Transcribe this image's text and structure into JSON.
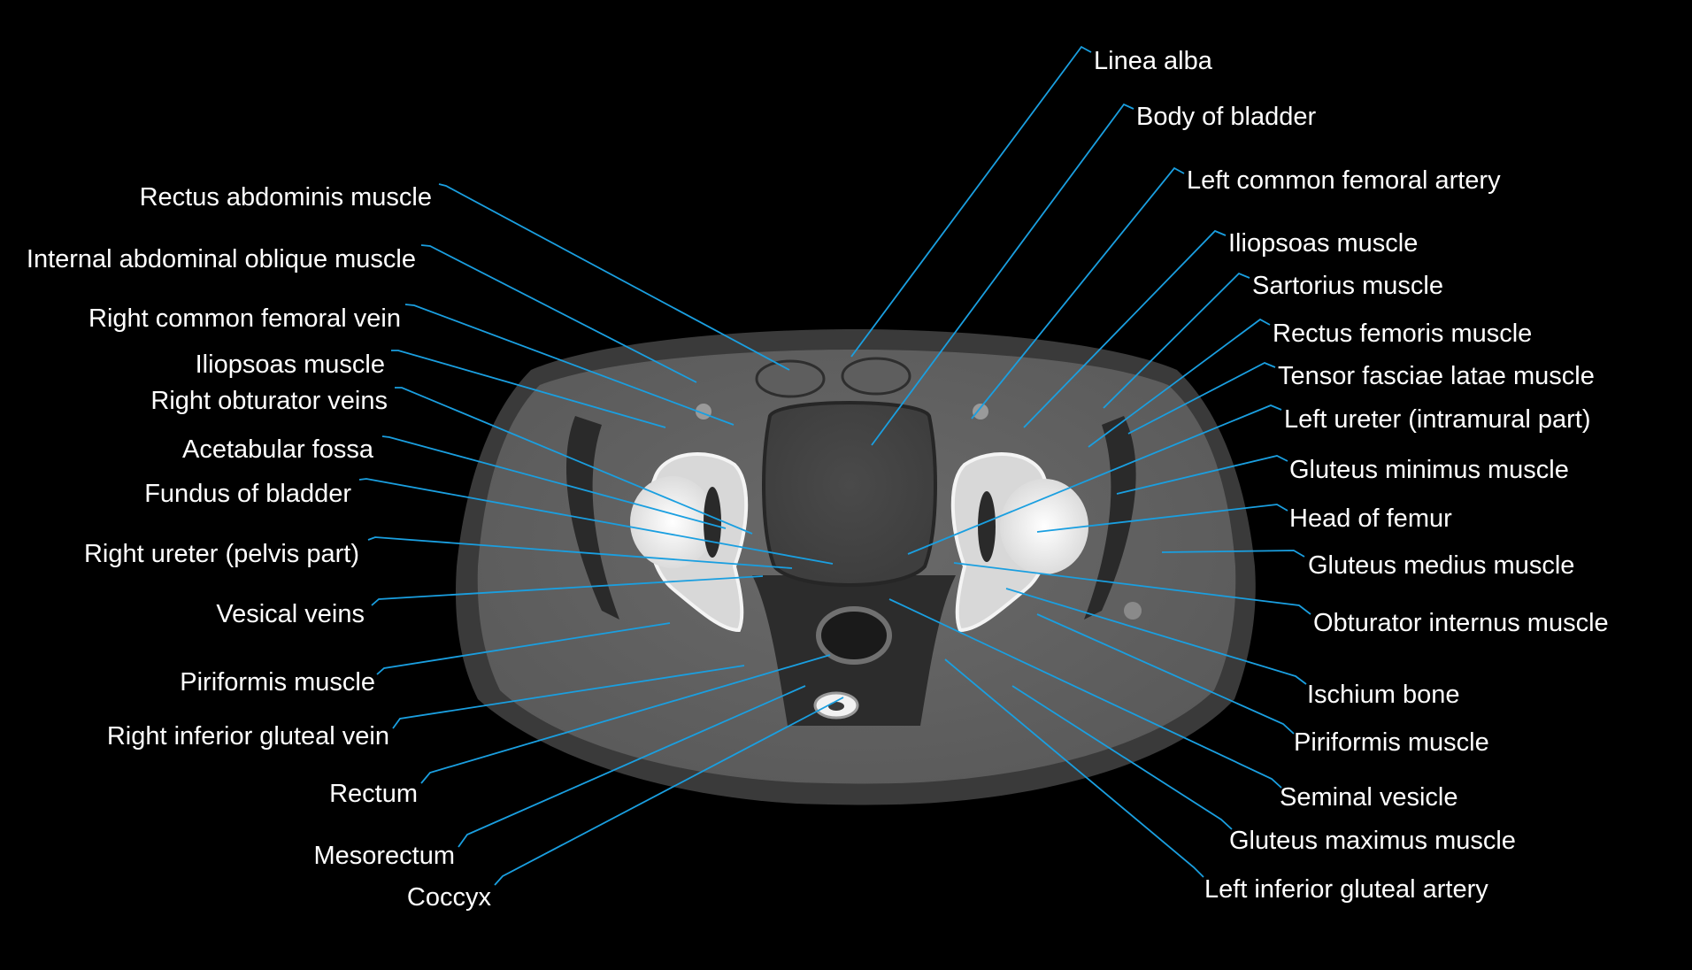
{
  "colors": {
    "background": "#000000",
    "leader_line": "#1a9fe0",
    "label_text": "#ffffff"
  },
  "image": {
    "description_name": "axial-ct-pelvis-scan"
  },
  "labels_left": [
    {
      "id": "rectus-abdominis-muscle",
      "text": "Rectus abdominis muscle"
    },
    {
      "id": "internal-abdominal-oblique-muscle",
      "text": "Internal abdominal oblique muscle"
    },
    {
      "id": "right-common-femoral-vein",
      "text": "Right common femoral vein"
    },
    {
      "id": "iliopsoas-muscle-right",
      "text": "Iliopsoas muscle"
    },
    {
      "id": "right-obturator-veins",
      "text": "Right obturator veins"
    },
    {
      "id": "acetabular-fossa",
      "text": "Acetabular fossa"
    },
    {
      "id": "fundus-of-bladder",
      "text": "Fundus of bladder"
    },
    {
      "id": "right-ureter-pelvis-part",
      "text": "Right ureter (pelvis part)"
    },
    {
      "id": "vesical-veins",
      "text": "Vesical veins"
    },
    {
      "id": "piriformis-muscle-right",
      "text": "Piriformis muscle"
    },
    {
      "id": "right-inferior-gluteal-vein",
      "text": "Right inferior gluteal vein"
    },
    {
      "id": "rectum",
      "text": "Rectum"
    },
    {
      "id": "mesorectum",
      "text": "Mesorectum"
    },
    {
      "id": "coccyx",
      "text": "Coccyx"
    }
  ],
  "labels_right": [
    {
      "id": "linea-alba",
      "text": "Linea alba"
    },
    {
      "id": "body-of-bladder",
      "text": "Body of bladder"
    },
    {
      "id": "left-common-femoral-artery",
      "text": "Left common femoral artery"
    },
    {
      "id": "iliopsoas-muscle-left",
      "text": "Iliopsoas muscle"
    },
    {
      "id": "sartorius-muscle",
      "text": "Sartorius muscle"
    },
    {
      "id": "rectus-femoris-muscle",
      "text": "Rectus femoris muscle"
    },
    {
      "id": "tensor-fasciae-latae-muscle",
      "text": "Tensor fasciae latae muscle"
    },
    {
      "id": "left-ureter-intramural-part",
      "text": "Left ureter (intramural part)"
    },
    {
      "id": "gluteus-minimus-muscle",
      "text": "Gluteus minimus muscle"
    },
    {
      "id": "head-of-femur",
      "text": "Head of femur"
    },
    {
      "id": "gluteus-medius-muscle",
      "text": "Gluteus medius muscle"
    },
    {
      "id": "obturator-internus-muscle",
      "text": "Obturator internus muscle"
    },
    {
      "id": "ischium-bone",
      "text": "Ischium bone"
    },
    {
      "id": "piriformis-muscle-left",
      "text": "Piriformis muscle"
    },
    {
      "id": "seminal-vesicle",
      "text": "Seminal vesicle"
    },
    {
      "id": "gluteus-maximus-muscle",
      "text": "Gluteus maximus muscle"
    },
    {
      "id": "left-inferior-gluteal-artery",
      "text": "Left inferior gluteal artery"
    }
  ]
}
